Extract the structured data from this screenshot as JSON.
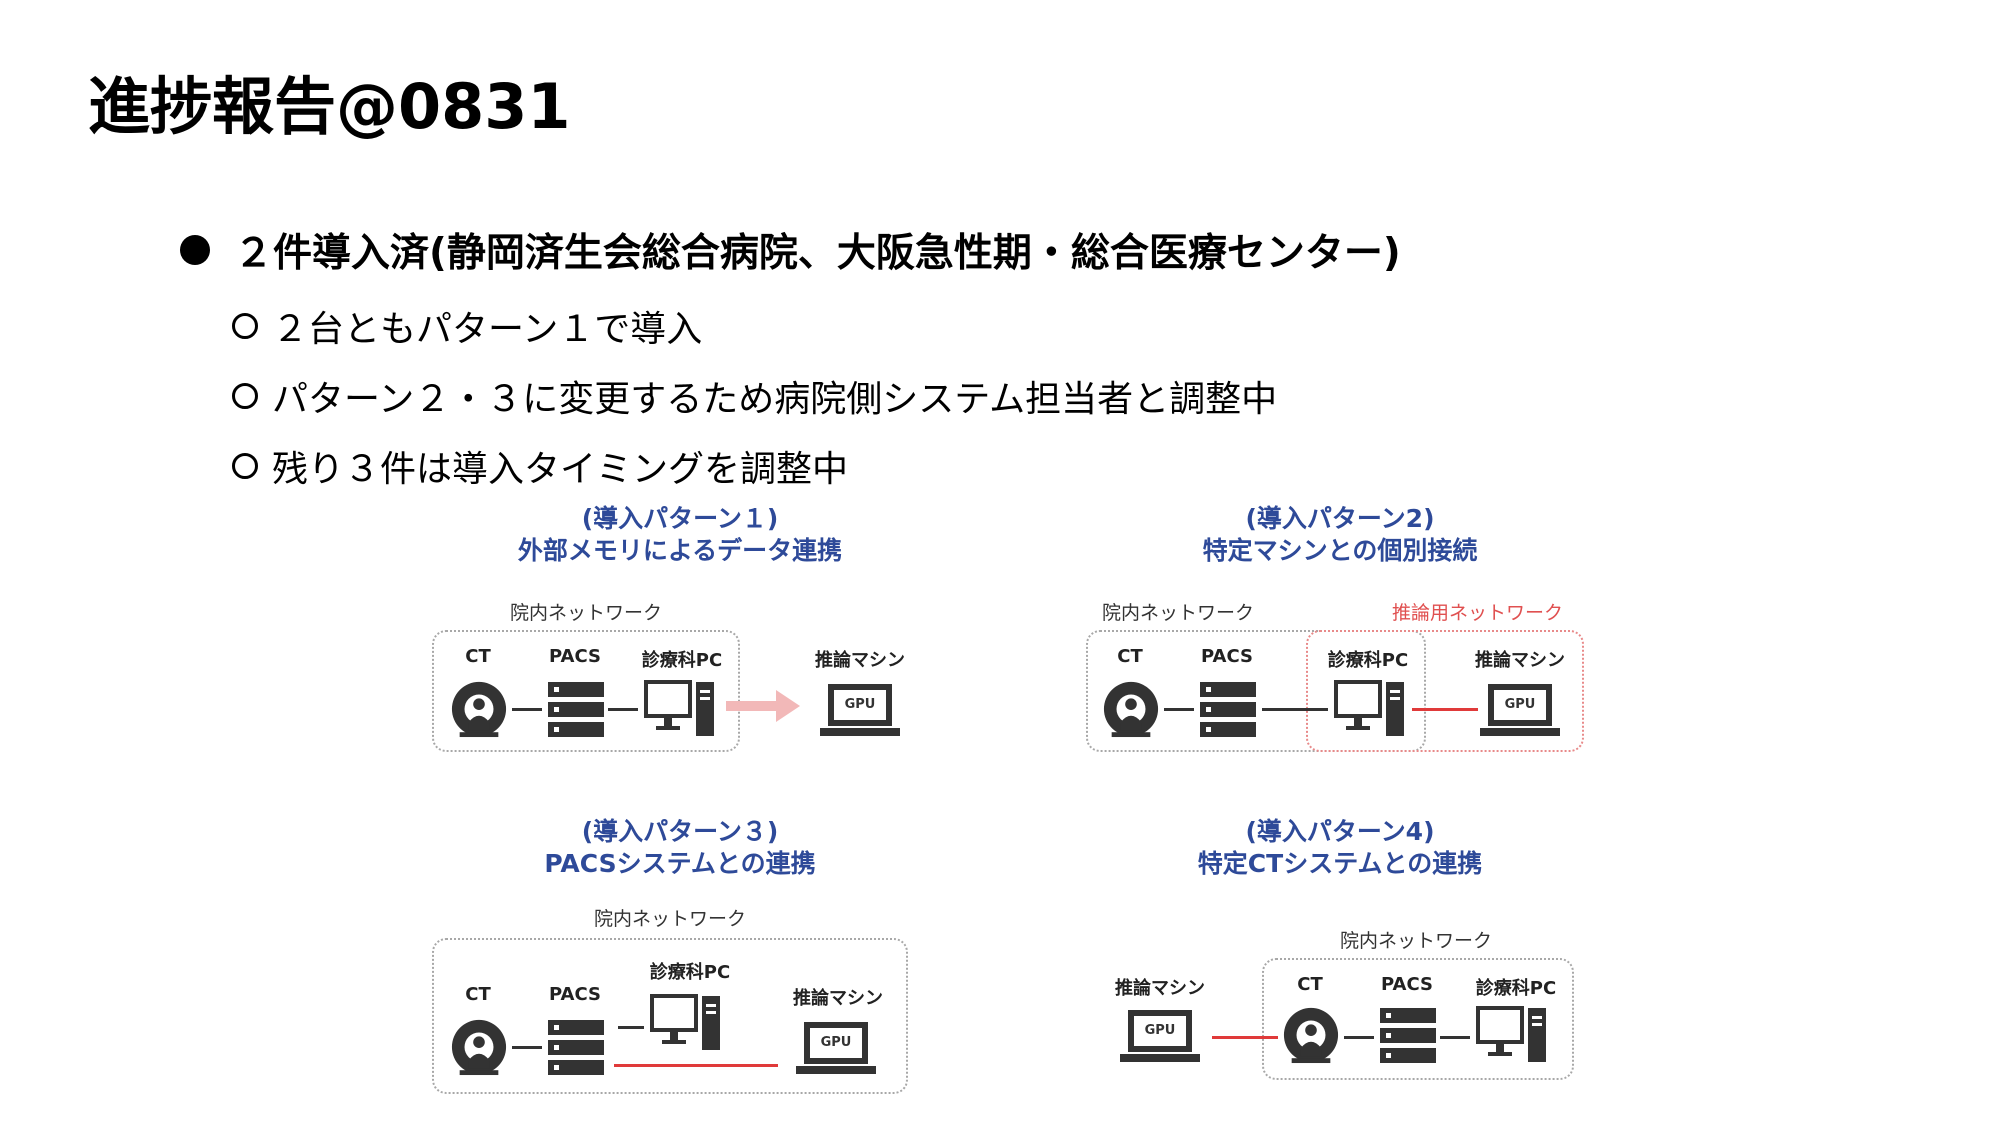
{
  "title": "進捗報告@0831",
  "main_bullet": "２件導入済(静岡済生会総合病院、大阪急性期・総合医療センター)",
  "sub_bullets": [
    "２台ともパターン１で導入",
    "パターン２・３に変更するため病院側システム担当者と調整中",
    "残り３件は導入タイミングを調整中"
  ],
  "patterns": [
    {
      "title_line1": "(導入パターン１)",
      "title_line2": "外部メモリによるデータ連携",
      "network": "院内ネットワーク"
    },
    {
      "title_line1": "(導入パターン2)",
      "title_line2": "特定マシンとの個別接続",
      "network": "院内ネットワーク",
      "network2": "推論用ネットワーク"
    },
    {
      "title_line1": "(導入パターン３)",
      "title_line2": "PACSシステムとの連携",
      "network": "院内ネットワーク"
    },
    {
      "title_line1": "(導入パターン4)",
      "title_line2": "特定CTシステムとの連携",
      "network": "院内ネットワーク"
    }
  ],
  "device_labels": {
    "ct": "CT",
    "pacs": "PACS",
    "pc": "診療科PC",
    "machine": "推論マシン",
    "gpu": "GPU"
  },
  "colors": {
    "title_blue": "#2e4a99",
    "red_line": "#e03a3a",
    "arrow_pink": "#f2b8b8"
  }
}
